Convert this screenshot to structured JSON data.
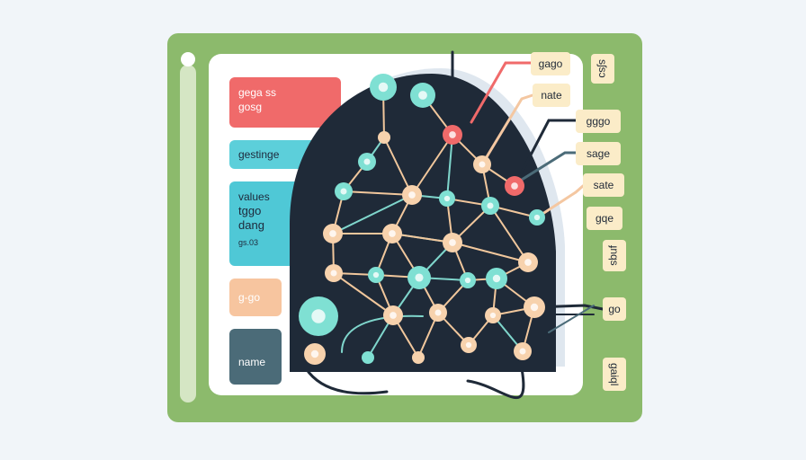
{
  "cards": {
    "red": {
      "line1": "gega ss",
      "line2": "gosg"
    },
    "teal": {
      "label": "gestinge"
    },
    "cyan": {
      "line1": "values",
      "line2": "tggo",
      "line3": "dang",
      "line4": "gs.03"
    },
    "peach": {
      "label": "g-go"
    },
    "slate": {
      "label": "name"
    }
  },
  "tags": [
    "gago",
    "nate",
    "gggo",
    "sage",
    "sate",
    "gqe",
    "sʃsɔ",
    "ɟnqs",
    "go",
    "gaiql"
  ],
  "colors": {
    "frame": "#8cba6c",
    "dome": "#1f2a38",
    "node_peach": "#f7d2ad",
    "node_teal": "#7fe0d3",
    "node_red": "#f06a6a",
    "edge": "#f1c79c"
  }
}
